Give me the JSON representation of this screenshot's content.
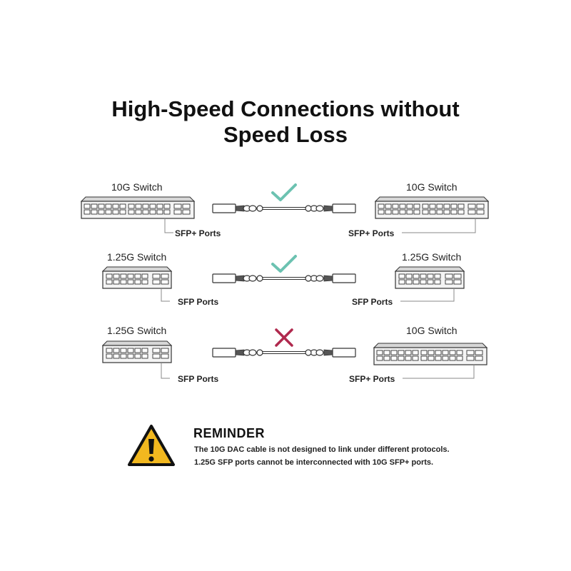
{
  "header": {
    "title_line1": "High-Speed Connections without",
    "title_line2": "Speed Loss"
  },
  "rows": [
    {
      "left_switch": "10G Switch",
      "left_ports": "SFP+ Ports",
      "right_switch": "10G Switch",
      "right_ports": "SFP+ Ports",
      "status": "compatible",
      "status_icon": "check-icon",
      "status_color": "#6cc2b1"
    },
    {
      "left_switch": "1.25G Switch",
      "left_ports": "SFP Ports",
      "right_switch": "1.25G Switch",
      "right_ports": "SFP Ports",
      "status": "compatible",
      "status_icon": "check-icon",
      "status_color": "#6cc2b1"
    },
    {
      "left_switch": "1.25G Switch",
      "left_ports": "SFP Ports",
      "right_switch": "10G Switch",
      "right_ports": "SFP+ Ports",
      "status": "incompatible",
      "status_icon": "cross-icon",
      "status_color": "#b0294e"
    }
  ],
  "reminder": {
    "icon": "warning-icon",
    "icon_color": "#f2b81f",
    "title": "REMINDER",
    "line1": "The 10G DAC cable is not designed to link under different protocols.",
    "line2": "1.25G SFP ports cannot be interconnected with 10G SFP+ ports."
  }
}
